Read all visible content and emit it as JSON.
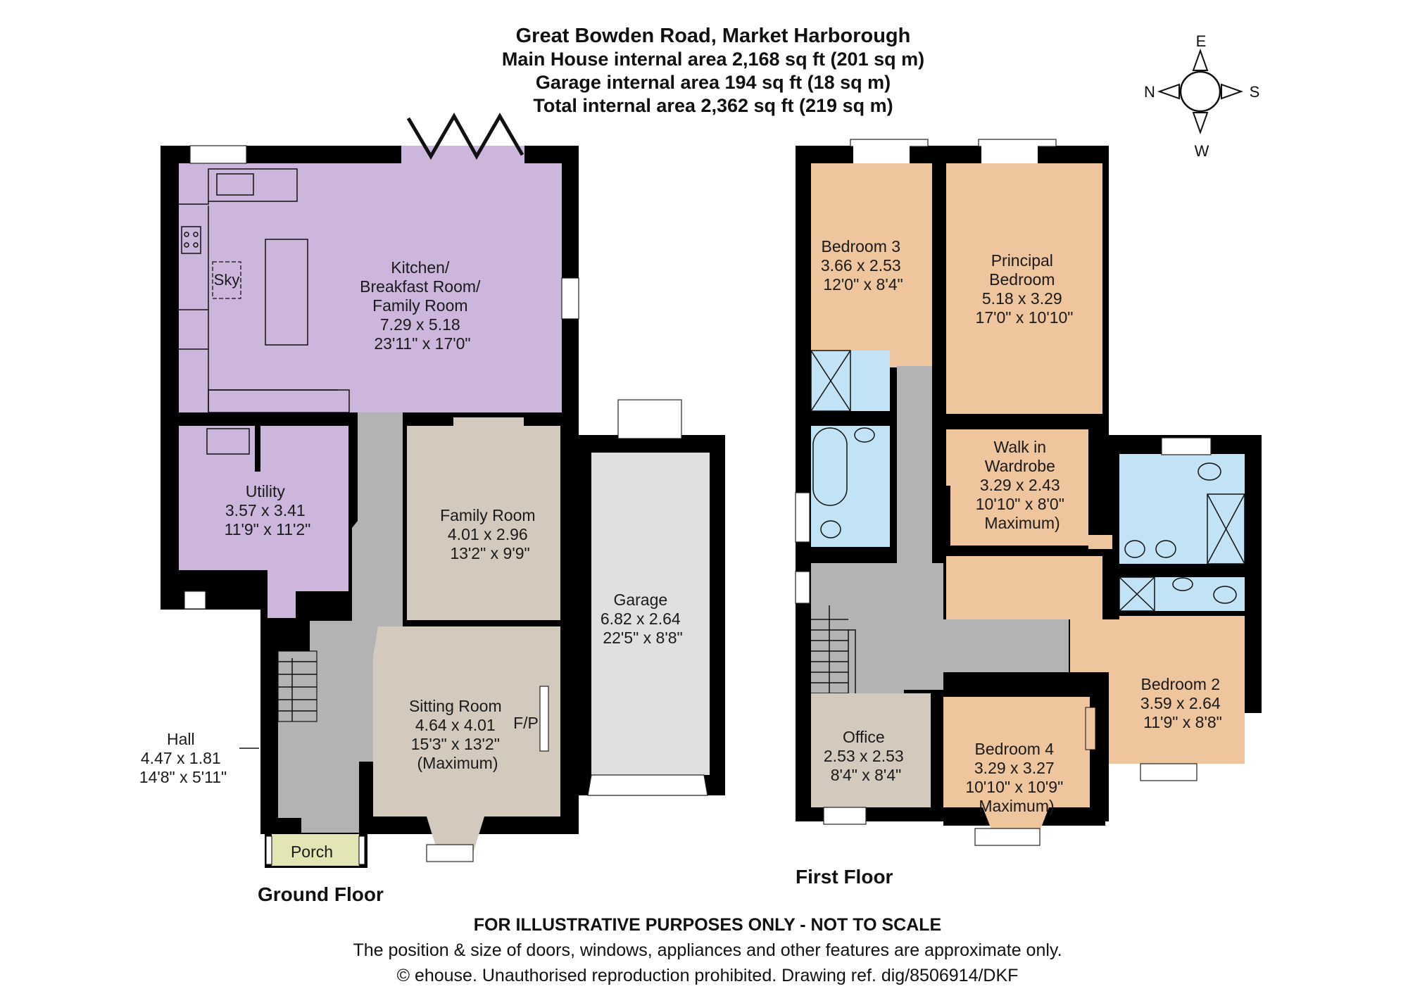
{
  "header": {
    "title": "Great Bowden Road, Market Harborough",
    "main_house_area": "Main House internal area 2,168 sq ft (201 sq m)",
    "garage_area": "Garage internal area 194 sq ft (18 sq m)",
    "total_area": "Total internal area 2,362 sq ft (219 sq m)"
  },
  "compass": {
    "top": "E",
    "left": "N",
    "right": "S",
    "bottom": "W"
  },
  "colors": {
    "kitchen_utility": "#cdb6db",
    "reception": "#d3c9bc",
    "hall_landing": "#b3b3b3",
    "garage": "#e0e0e0",
    "porch": "#e3e6b4",
    "bedroom": "#eec59c",
    "bathroom": "#c2e2f5",
    "wall": "#000000"
  },
  "ground_floor": {
    "label": "Ground Floor",
    "rooms": {
      "kitchen": {
        "name1": "Kitchen/",
        "name2": "Breakfast Room/",
        "name3": "Family Room",
        "metric": "7.29 x 5.18",
        "imperial": "23'11\" x 17'0\""
      },
      "sky": {
        "name": "Sky"
      },
      "utility": {
        "name": "Utility",
        "metric": "3.57 x 3.41",
        "imperial": "11'9\" x 11'2\""
      },
      "family_room": {
        "name": "Family Room",
        "metric": "4.01 x 2.96",
        "imperial": "13'2\" x 9'9\""
      },
      "sitting_room": {
        "name": "Sitting Room",
        "metric": "4.64 x 4.01",
        "imperial": "15'3\" x 13'2\"",
        "note": "(Maximum)",
        "fireplace": "F/P"
      },
      "hall": {
        "name": "Hall",
        "metric": "4.47 x 1.81",
        "imperial": "14'8\" x 5'11\""
      },
      "porch": {
        "name": "Porch"
      },
      "garage": {
        "name": "Garage",
        "metric": "6.82 x 2.64",
        "imperial": "22'5\" x 8'8\""
      }
    }
  },
  "first_floor": {
    "label": "First Floor",
    "rooms": {
      "bedroom3": {
        "name": "Bedroom 3",
        "metric": "3.66 x 2.53",
        "imperial": "12'0\" x 8'4\""
      },
      "principal": {
        "name1": "Principal",
        "name2": "Bedroom",
        "metric": "5.18 x 3.29",
        "imperial": "17'0\" x 10'10\""
      },
      "walk_in": {
        "name1": "Walk in",
        "name2": "Wardrobe",
        "metric": "3.29 x 2.43",
        "imperial": "10'10\" x 8'0\"",
        "note": "Maximum)"
      },
      "office": {
        "name": "Office",
        "metric": "2.53 x 2.53",
        "imperial": "8'4\" x 8'4\""
      },
      "bedroom4": {
        "name": "Bedroom 4",
        "metric": "3.29 x 3.27",
        "imperial": "10'10\" x 10'9\"",
        "note": "Maximum)"
      },
      "bedroom2": {
        "name": "Bedroom 2",
        "metric": "3.59 x 2.64",
        "imperial": "11'9\" x 8'8\""
      }
    }
  },
  "footer": {
    "disclaimer": "FOR ILLUSTRATIVE PURPOSES ONLY - NOT TO SCALE",
    "note": "The position & size of doors, windows, appliances and other features are approximate only.",
    "copyright": "© ehouse. Unauthorised reproduction prohibited. Drawing ref. dig/8506914/DKF"
  }
}
